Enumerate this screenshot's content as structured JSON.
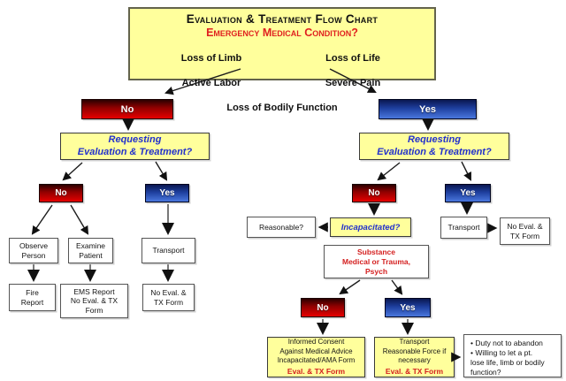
{
  "palette": {
    "box_yellow": "#ffff9c",
    "red_gradient_top": "#2b0000",
    "red_gradient_bottom": "#e60000",
    "blue_gradient_top": "#0a1750",
    "blue_gradient_bottom": "#4a77dd",
    "blue_text": "#2230cc",
    "red_text": "#d42020"
  },
  "title": {
    "heading": "Evaluation & Treatment Flow Chart",
    "subheading": "Emergency Medical Condition?",
    "col_left": [
      "Loss of Limb",
      "Active Labor"
    ],
    "col_right": [
      "Loss of Life",
      "Severe Pain"
    ],
    "center_item": "Loss of Bodily Function"
  },
  "labels": {
    "no": "No",
    "yes": "Yes",
    "requesting": "Requesting\nEvaluation & Treatment?",
    "observe": "Observe\nPerson",
    "examine": "Examine\nPatient",
    "transport": "Transport",
    "fire": "Fire\nReport",
    "ems": "EMS Report\nNo Eval. & TX\nForm",
    "no_eval": "No Eval. &\nTX Form",
    "reasonable": "Reasonable?",
    "incapacitated": "Incapacitated?",
    "substance": "Substance\nMedical or Trauma,\nPsych",
    "informed_main": "Informed Consent\nAgainst Medical Advice\nIncapacitated/AMA Form",
    "force_main": "Transport\nReasonable Force if\nnecessary",
    "eval_tx": "Eval. & TX Form",
    "bullets": "•  Duty not to abandon\n•  Willing to let a pt.\nlose life, limb or bodily\nfunction?"
  }
}
